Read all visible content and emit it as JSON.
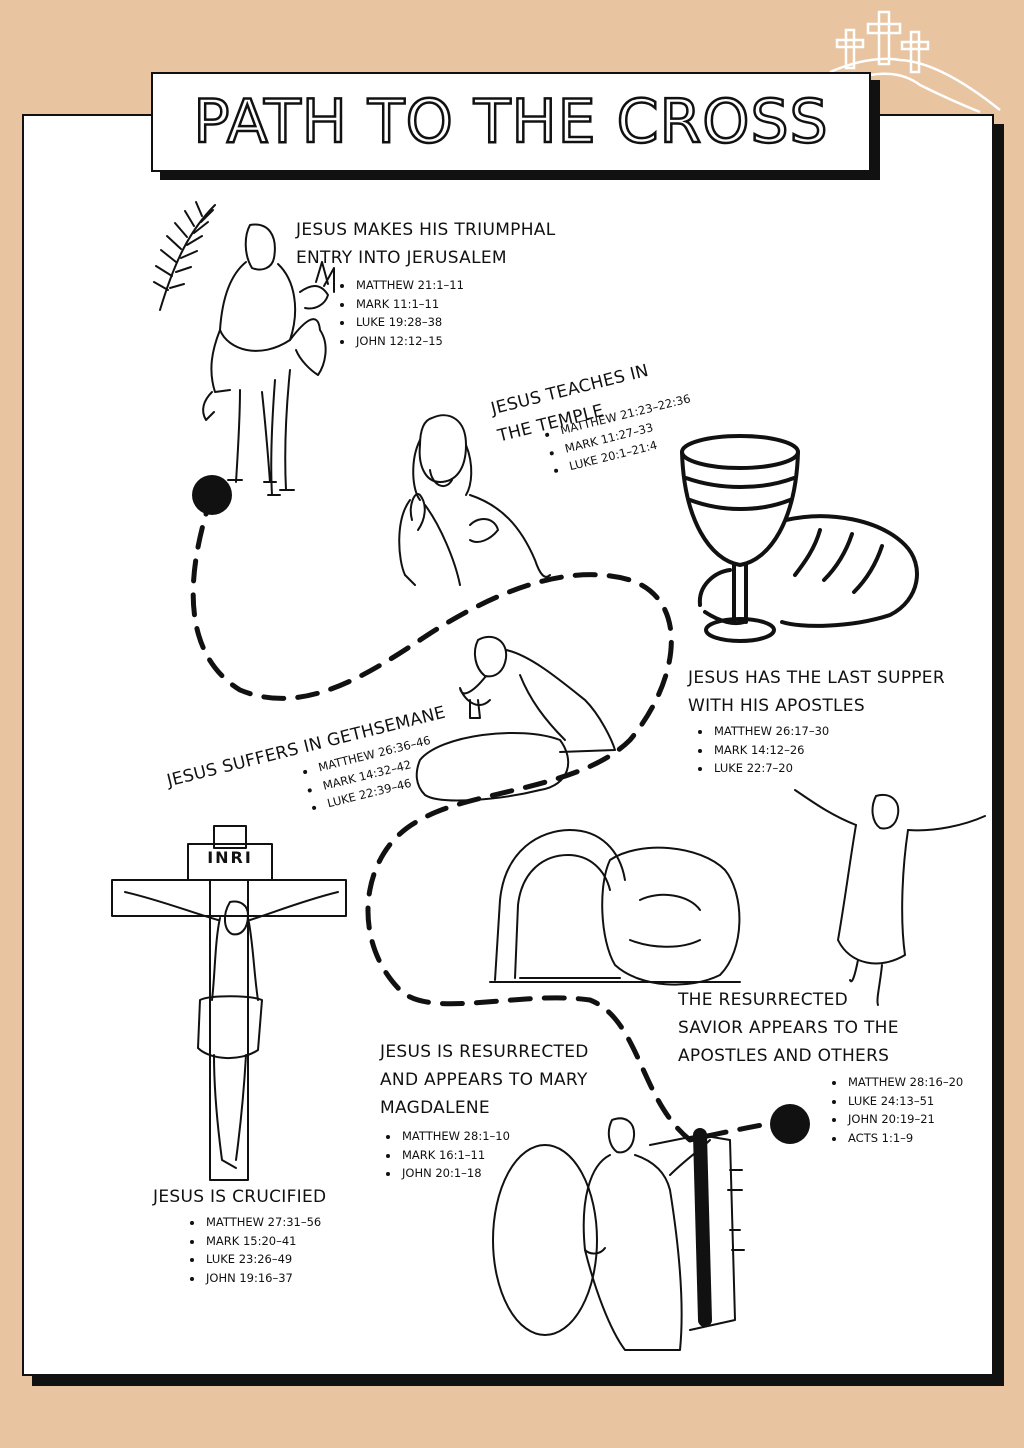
{
  "title": "PATH TO THE CROSS",
  "cross_label": "INRI",
  "events": [
    {
      "heading_lines": [
        "JESUS MAKES HIS TRIUMPHAL",
        "ENTRY INTO JERUSALEM"
      ],
      "refs": [
        "MATTHEW 21:1–11",
        "MARK 11:1–11",
        "LUKE 19:28–38",
        "JOHN 12:12–15"
      ]
    },
    {
      "heading_lines": [
        "JESUS TEACHES IN",
        "THE TEMPLE"
      ],
      "refs": [
        "MATTHEW 21:23–22:36",
        "MARK 11:27–33",
        "LUKE 20:1–21:4"
      ]
    },
    {
      "heading_lines": [
        "JESUS HAS THE LAST SUPPER",
        "WITH HIS APOSTLES"
      ],
      "refs": [
        "MATTHEW 26:17–30",
        "MARK 14:12–26",
        "LUKE 22:7–20"
      ]
    },
    {
      "heading_lines": [
        "JESUS SUFFERS IN GETHSEMANE"
      ],
      "refs": [
        "MATTHEW 26:36–46",
        "MARK 14:32–42",
        "LUKE 22:39–46"
      ]
    },
    {
      "heading_lines": [
        "JESUS IS CRUCIFIED"
      ],
      "refs": [
        "MATTHEW 27:31–56",
        "MARK 15:20–41",
        "LUKE 23:26–49",
        "JOHN 19:16–37"
      ]
    },
    {
      "heading_lines": [
        "JESUS IS RESURRECTED",
        "AND APPEARS TO MARY",
        "MAGDALENE"
      ],
      "refs": [
        "MATTHEW 28:1–10",
        "MARK 16:1–11",
        "JOHN 20:1–18"
      ]
    },
    {
      "heading_lines": [
        "THE RESURRECTED",
        "SAVIOR APPEARS TO THE",
        "APOSTLES AND OTHERS"
      ],
      "refs": [
        "MATTHEW 28:16–20",
        "LUKE 24:13–51",
        "JOHN 20:19–21",
        "ACTS 1:1–9"
      ]
    }
  ],
  "colors": {
    "background": "#e8c4a0",
    "sheet": "#ffffff",
    "ink": "#111111"
  },
  "icons": [
    "three-crosses-hill-icon",
    "palm-branch-icon",
    "donkey-rider-icon",
    "teaching-jesus-icon",
    "chalice-icon",
    "bread-loaf-icon",
    "praying-jesus-icon",
    "crucifix-icon",
    "empty-tomb-icon",
    "ascending-jesus-icon",
    "risen-jesus-tomb-icon",
    "path-start-dot-icon",
    "path-end-dot-icon"
  ]
}
